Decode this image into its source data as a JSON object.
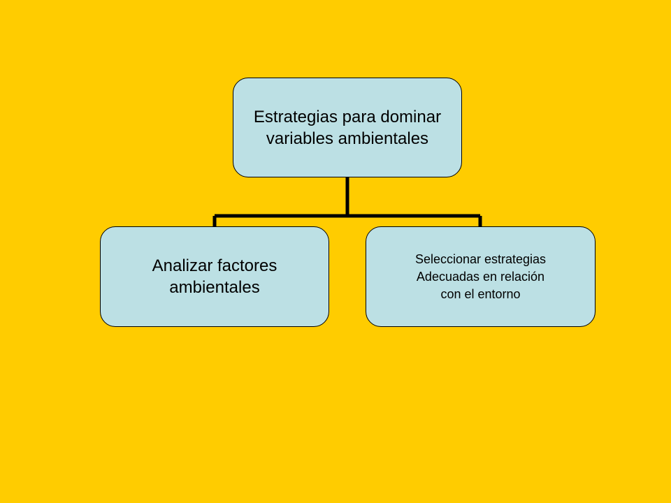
{
  "colors": {
    "background": "#FFCC00",
    "node_fill": "#BCE0E4",
    "node_border": "#000000",
    "connector": "#000000",
    "text": "#000000"
  },
  "diagram": {
    "type": "hierarchy",
    "root": {
      "label": "Estrategias para dominar\nvariables ambientales"
    },
    "children": [
      {
        "label": "Analizar factores\nambientales"
      },
      {
        "label": "Seleccionar estrategias\nAdecuadas en relación\ncon el entorno"
      }
    ]
  }
}
